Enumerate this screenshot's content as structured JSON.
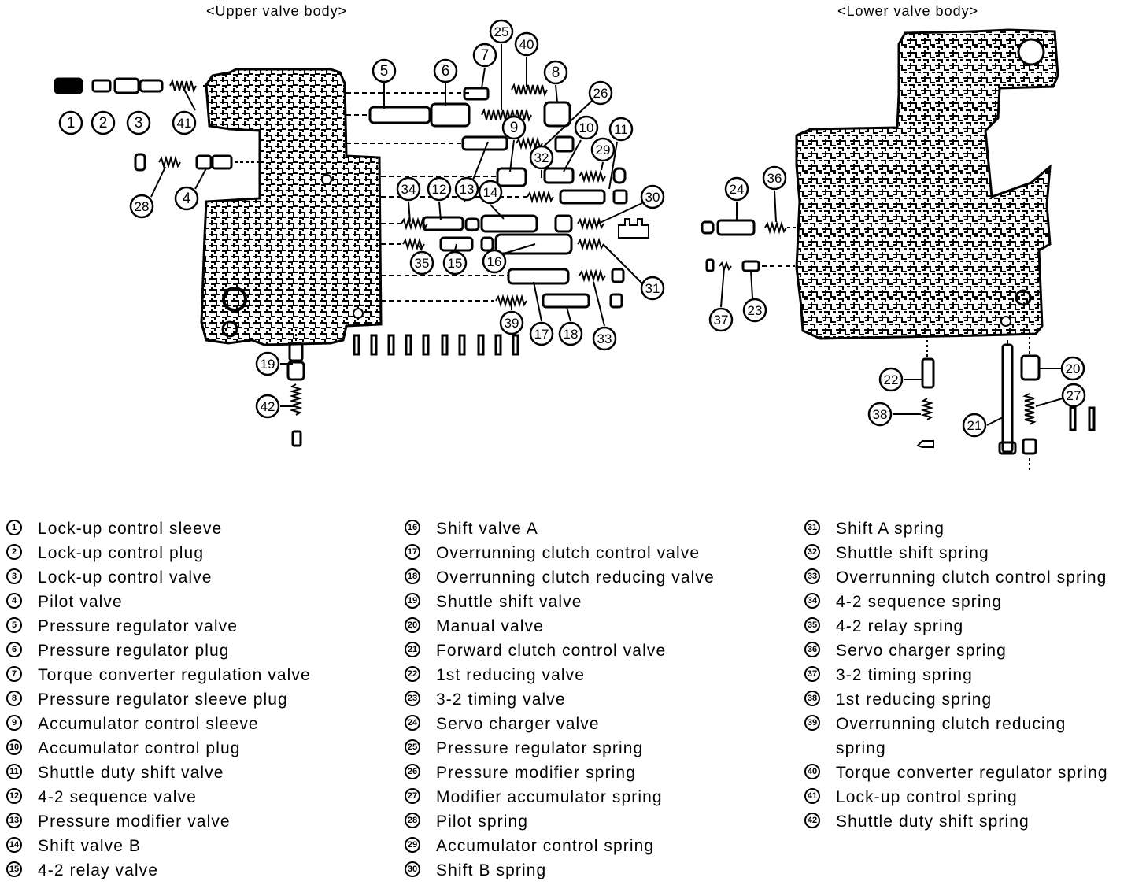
{
  "titles": {
    "upper": "<Upper valve body>",
    "lower": "<Lower valve body>"
  },
  "legend": [
    {
      "num": "1",
      "label": "Lock-up control sleeve"
    },
    {
      "num": "2",
      "label": "Lock-up control plug"
    },
    {
      "num": "3",
      "label": "Lock-up control valve"
    },
    {
      "num": "4",
      "label": "Pilot valve"
    },
    {
      "num": "5",
      "label": "Pressure regulator valve"
    },
    {
      "num": "6",
      "label": "Pressure regulator plug"
    },
    {
      "num": "7",
      "label": "Torque converter regulation valve"
    },
    {
      "num": "8",
      "label": "Pressure regulator sleeve plug"
    },
    {
      "num": "9",
      "label": "Accumulator control sleeve"
    },
    {
      "num": "10",
      "label": "Accumulator control plug"
    },
    {
      "num": "11",
      "label": "Shuttle duty shift valve"
    },
    {
      "num": "12",
      "label": "4-2 sequence valve"
    },
    {
      "num": "13",
      "label": "Pressure modifier valve"
    },
    {
      "num": "14",
      "label": "Shift valve B"
    },
    {
      "num": "15",
      "label": "4-2 relay valve"
    },
    {
      "num": "16",
      "label": "Shift valve A"
    },
    {
      "num": "17",
      "label": "Overrunning clutch control valve"
    },
    {
      "num": "18",
      "label": "Overrunning clutch reducing valve"
    },
    {
      "num": "19",
      "label": "Shuttle shift valve"
    },
    {
      "num": "20",
      "label": "Manual valve"
    },
    {
      "num": "21",
      "label": "Forward clutch control valve"
    },
    {
      "num": "22",
      "label": "1st reducing valve"
    },
    {
      "num": "23",
      "label": "3-2 timing valve"
    },
    {
      "num": "24",
      "label": "Servo charger valve"
    },
    {
      "num": "25",
      "label": "Pressure regulator spring"
    },
    {
      "num": "26",
      "label": "Pressure modifier spring"
    },
    {
      "num": "27",
      "label": "Modifier accumulator spring"
    },
    {
      "num": "28",
      "label": "Pilot spring"
    },
    {
      "num": "29",
      "label": "Accumulator control spring"
    },
    {
      "num": "30",
      "label": "Shift B spring"
    },
    {
      "num": "31",
      "label": "Shift A spring"
    },
    {
      "num": "32",
      "label": "Shuttle shift spring"
    },
    {
      "num": "33",
      "label": "Overrunning clutch control spring"
    },
    {
      "num": "34",
      "label": "4-2 sequence spring"
    },
    {
      "num": "35",
      "label": "4-2 relay spring"
    },
    {
      "num": "36",
      "label": "Servo charger spring"
    },
    {
      "num": "37",
      "label": "3-2 timing spring"
    },
    {
      "num": "38",
      "label": "1st reducing spring"
    },
    {
      "num": "39",
      "label": "Overrunning clutch reducing spring"
    },
    {
      "num": "40",
      "label": "Torque converter regulator spring"
    },
    {
      "num": "41",
      "label": "Lock-up control spring"
    },
    {
      "num": "42",
      "label": "Shuttle duty shift spring"
    }
  ]
}
